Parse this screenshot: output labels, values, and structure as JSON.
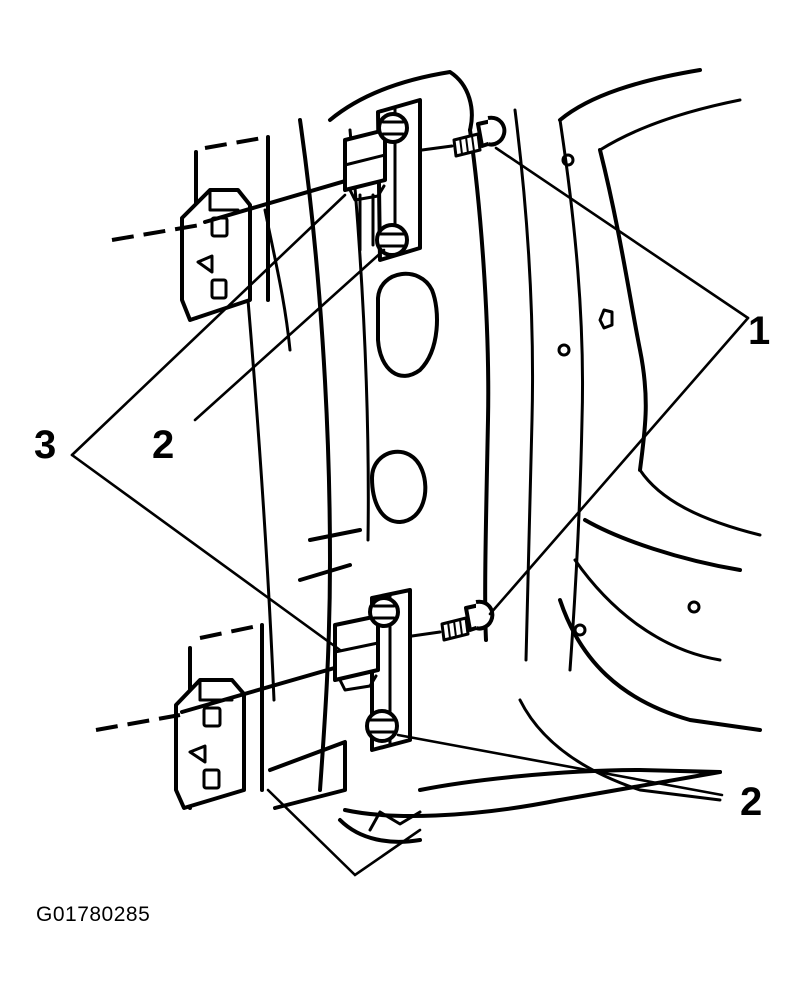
{
  "callouts": {
    "bolt_label": "1",
    "hinge_bolt_upper_label": "2",
    "hinge_bolt_lower_label": "2",
    "hinge_label": "3"
  },
  "figure_id": "G01780285"
}
